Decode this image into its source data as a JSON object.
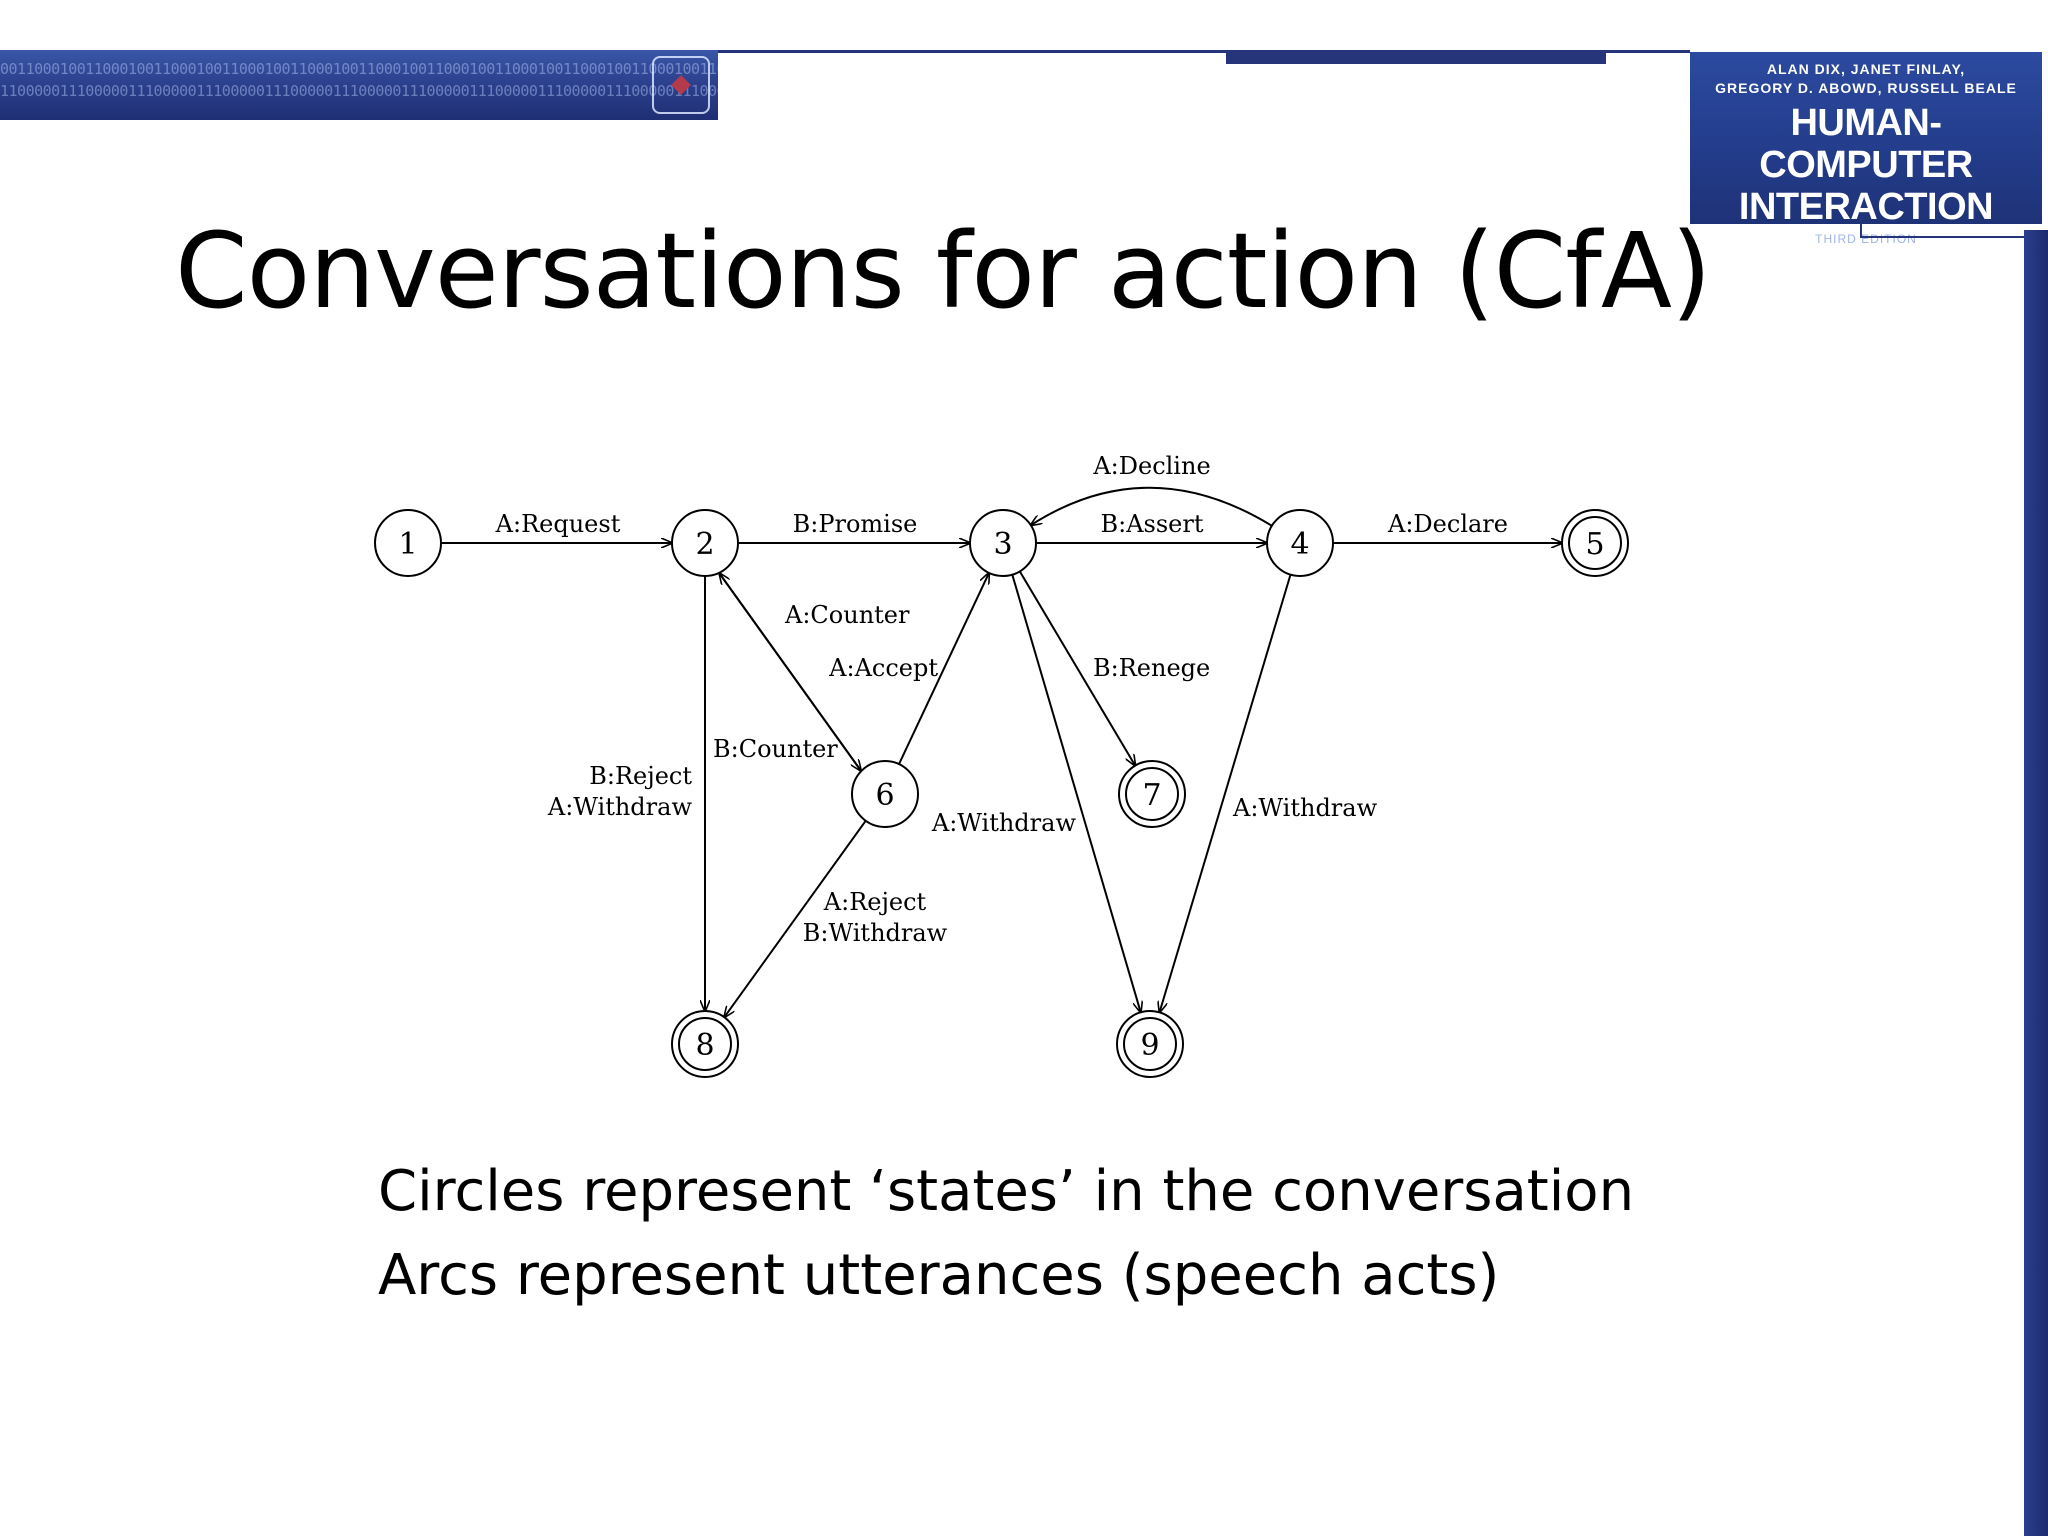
{
  "banner": {
    "binary_row_1": "0011000100110001001100010011000100110001001100010011000100110001001100010011000100110001",
    "binary_row_2": "1100000111000001110000011100000111000001110000011100000111000001110000011100000111000001"
  },
  "book": {
    "authors": "ALAN DIX, JANET FINLAY,\nGREGORY D. ABOWD, RUSSELL BEALE",
    "title": "HUMAN-COMPUTER\nINTERACTION",
    "edition": "THIRD EDITION"
  },
  "slide": {
    "title": "Conversations for action (CfA)",
    "bullets": [
      "Circles represent ‘states’ in the conversation",
      "Arcs represent utterances (speech acts)"
    ]
  },
  "diagram": {
    "states": [
      {
        "id": "1",
        "label": "1",
        "final": false
      },
      {
        "id": "2",
        "label": "2",
        "final": false
      },
      {
        "id": "3",
        "label": "3",
        "final": false
      },
      {
        "id": "4",
        "label": "4",
        "final": false
      },
      {
        "id": "5",
        "label": "5",
        "final": true
      },
      {
        "id": "6",
        "label": "6",
        "final": false
      },
      {
        "id": "7",
        "label": "7",
        "final": true
      },
      {
        "id": "8",
        "label": "8",
        "final": true
      },
      {
        "id": "9",
        "label": "9",
        "final": true
      }
    ],
    "arcs": [
      {
        "from": "1",
        "to": "2",
        "label": "A:Request"
      },
      {
        "from": "2",
        "to": "3",
        "label": "B:Promise"
      },
      {
        "from": "3",
        "to": "4",
        "label": "B:Assert"
      },
      {
        "from": "4",
        "to": "5",
        "label": "A:Declare"
      },
      {
        "from": "4",
        "to": "3",
        "label": "A:Decline"
      },
      {
        "from": "6",
        "to": "2",
        "label": "A:Counter"
      },
      {
        "from": "2",
        "to": "6",
        "label": "B:Counter"
      },
      {
        "from": "6",
        "to": "3",
        "label": "A:Accept"
      },
      {
        "from": "3",
        "to": "7",
        "label": "B:Renege"
      },
      {
        "from": "2",
        "to": "8",
        "label_lines": [
          "B:Reject",
          "A:Withdraw"
        ]
      },
      {
        "from": "6",
        "to": "8",
        "label_lines": [
          "A:Reject",
          "B:Withdraw"
        ]
      },
      {
        "from": "3",
        "to": "9",
        "label": "A:Withdraw"
      },
      {
        "from": "4",
        "to": "9",
        "label": "A:Withdraw"
      }
    ]
  }
}
